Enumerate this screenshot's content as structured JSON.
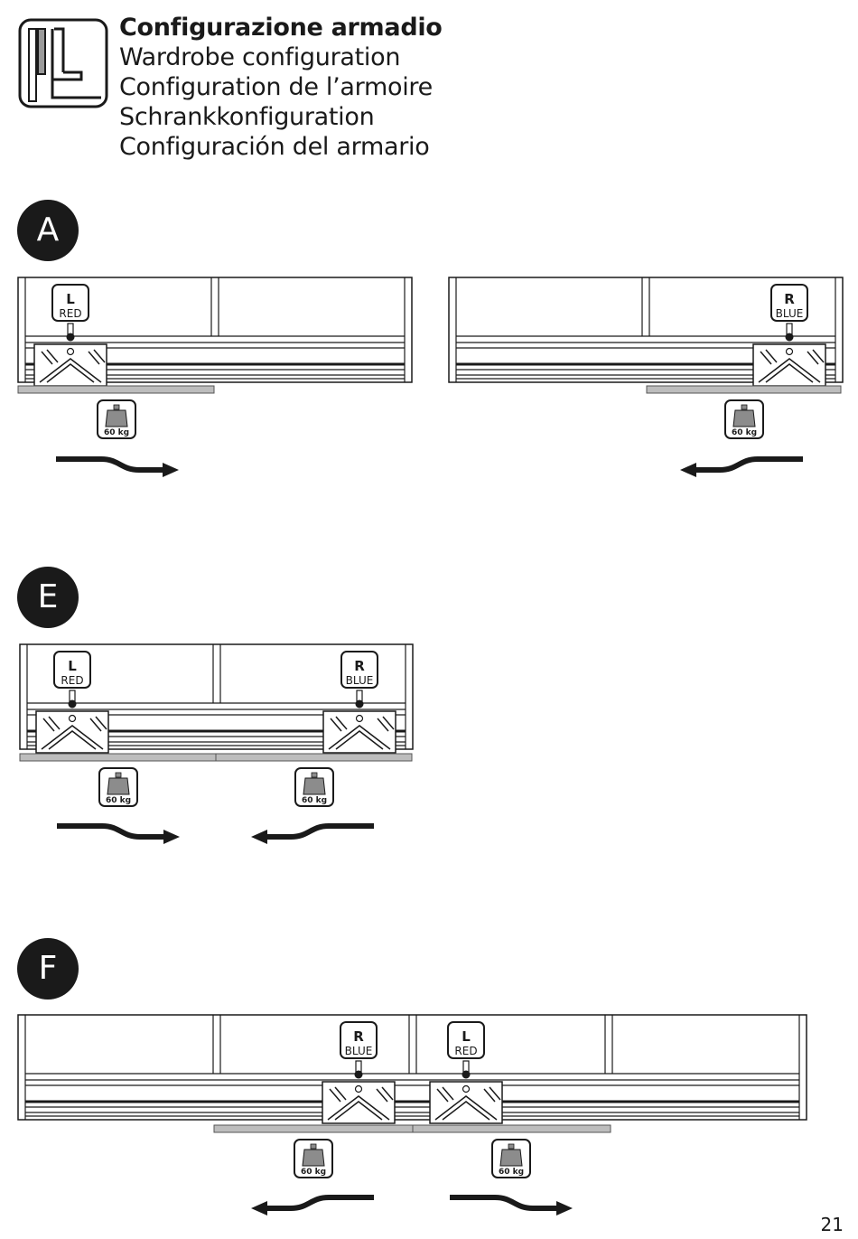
{
  "header": {
    "titles": [
      "Configurazione armadio",
      "Wardrobe configuration",
      "Configuration de l’armoire",
      "Schrankkonfiguration",
      "Configuración del armario"
    ],
    "icon": "wardrobe-profile-icon"
  },
  "sections": [
    {
      "letter": "A",
      "panels": [
        {
          "rollers": [
            {
              "side": "L",
              "color": "RED",
              "weight": "60 kg",
              "direction": "right"
            }
          ]
        },
        {
          "rollers": [
            {
              "side": "R",
              "color": "BLUE",
              "weight": "60 kg",
              "direction": "left"
            }
          ]
        }
      ]
    },
    {
      "letter": "E",
      "panels": [
        {
          "rollers": [
            {
              "side": "L",
              "color": "RED",
              "weight": "60 kg",
              "direction": "right"
            },
            {
              "side": "R",
              "color": "BLUE",
              "weight": "60 kg",
              "direction": "left"
            }
          ]
        }
      ]
    },
    {
      "letter": "F",
      "panels": [
        {
          "rollers": [
            {
              "side": "R",
              "color": "BLUE",
              "weight": "60 kg",
              "direction": "left"
            },
            {
              "side": "L",
              "color": "RED",
              "weight": "60 kg",
              "direction": "right"
            }
          ]
        }
      ]
    }
  ],
  "colors": {
    "ink": "#1a1a1a",
    "door": "#bdbdbd",
    "weight_icon": "#8c8c8c"
  },
  "page_number": "21"
}
